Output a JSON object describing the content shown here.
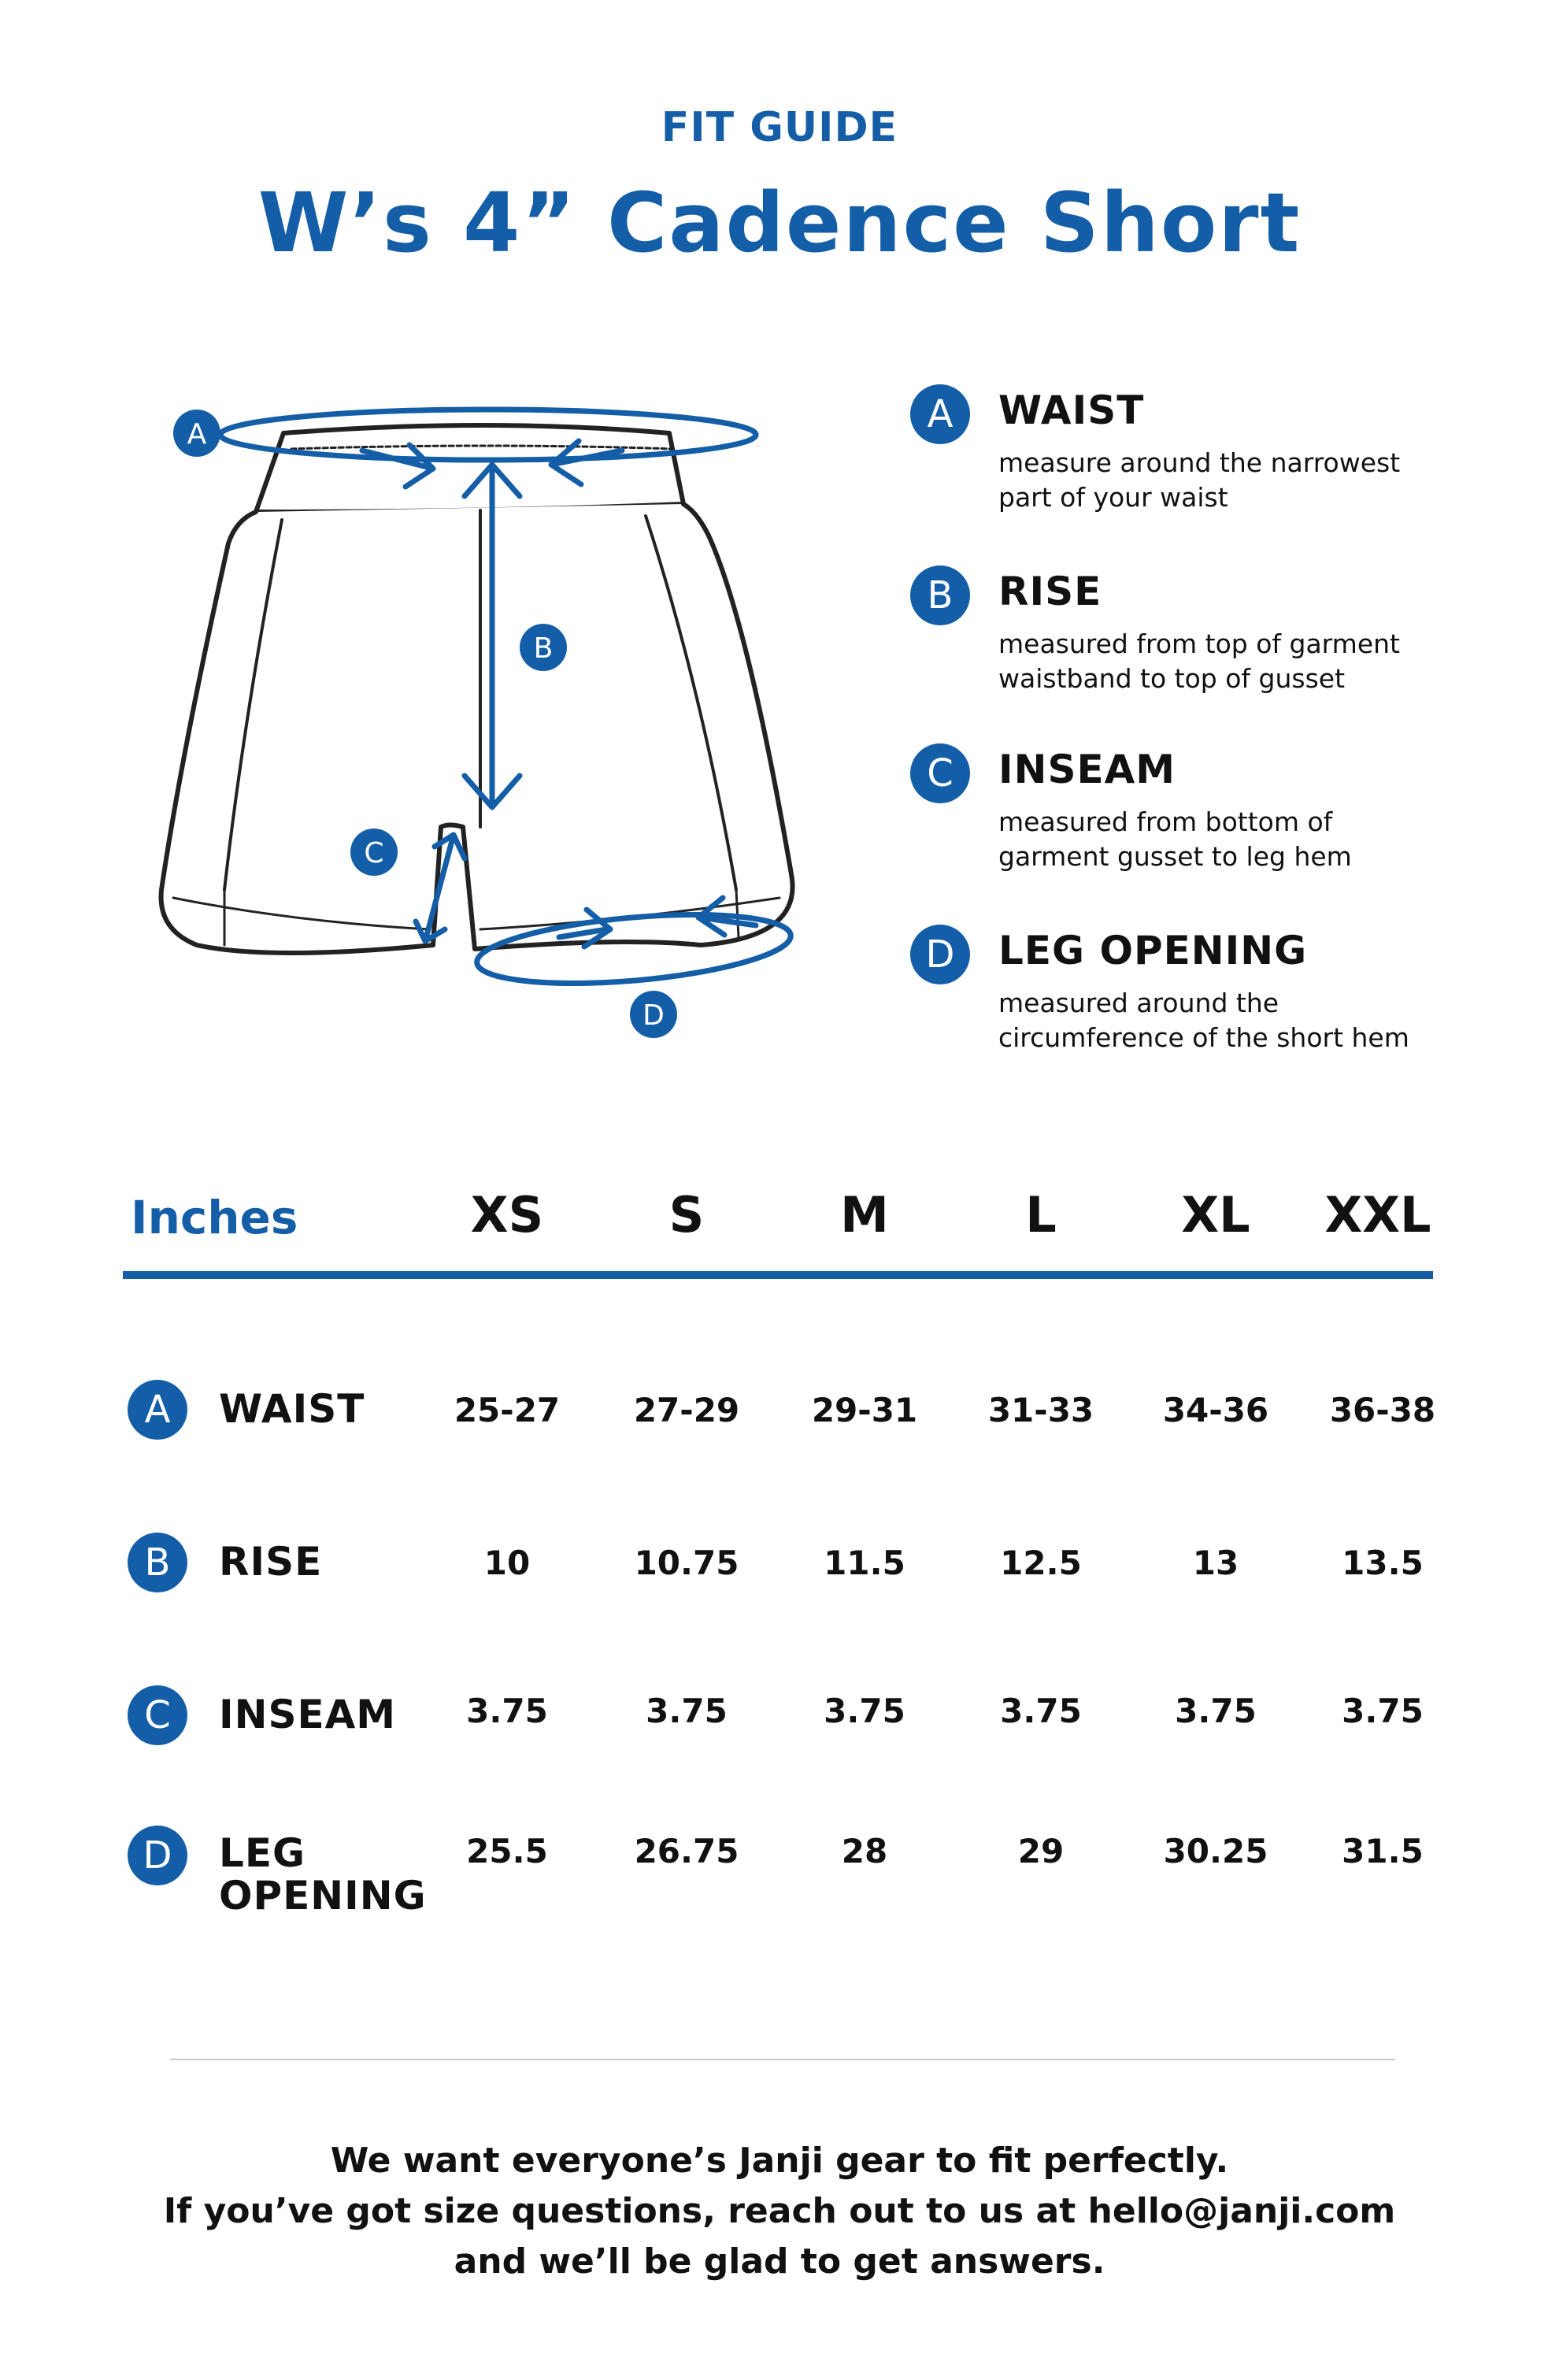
{
  "header": {
    "kicker": "FIT GUIDE",
    "title": "W’s 4” Cadence Short"
  },
  "colors": {
    "brand_blue": "#145ea8",
    "text": "#111111",
    "divider": "#c8c8c8"
  },
  "diagram": {
    "badges": [
      "A",
      "B",
      "C",
      "D"
    ]
  },
  "legend": [
    {
      "letter": "A",
      "title": "WAIST",
      "desc_lines": [
        "measure around the narrowest",
        "part of your waist"
      ]
    },
    {
      "letter": "B",
      "title": "RISE",
      "desc_lines": [
        "measured from top of garment",
        "waistband to top of gusset"
      ]
    },
    {
      "letter": "C",
      "title": "INSEAM",
      "desc_lines": [
        "measured from bottom of",
        "garment gusset to leg hem"
      ]
    },
    {
      "letter": "D",
      "title": "LEG OPENING",
      "desc_lines": [
        "measured around the",
        "circumference of the short hem"
      ]
    }
  ],
  "table": {
    "unit_label": "Inches",
    "sizes": [
      "XS",
      "S",
      "M",
      "L",
      "XL",
      "XXL"
    ],
    "rows": [
      {
        "letter": "A",
        "label_lines": [
          "WAIST"
        ],
        "values": [
          "25-27",
          "27-29",
          "29-31",
          "31-33",
          "34-36",
          "36-38"
        ]
      },
      {
        "letter": "B",
        "label_lines": [
          "RISE"
        ],
        "values": [
          "10",
          "10.75",
          "11.5",
          "12.5",
          "13",
          "13.5"
        ]
      },
      {
        "letter": "C",
        "label_lines": [
          "INSEAM"
        ],
        "values": [
          "3.75",
          "3.75",
          "3.75",
          "3.75",
          "3.75",
          "3.75"
        ]
      },
      {
        "letter": "D",
        "label_lines": [
          "LEG",
          "OPENING"
        ],
        "values": [
          "25.5",
          "26.75",
          "28",
          "29",
          "30.25",
          "31.5"
        ]
      }
    ]
  },
  "footer": {
    "lines": [
      "We want everyone’s Janji gear to fit perfectly.",
      "If you’ve got size questions, reach out to us at hello@janji.com",
      "and we’ll be glad to get answers."
    ]
  },
  "icons": {
    "measure_badge": "letter-circle-icon",
    "arrow": "double-arrow-icon",
    "shorts": "shorts-illustration-icon"
  }
}
